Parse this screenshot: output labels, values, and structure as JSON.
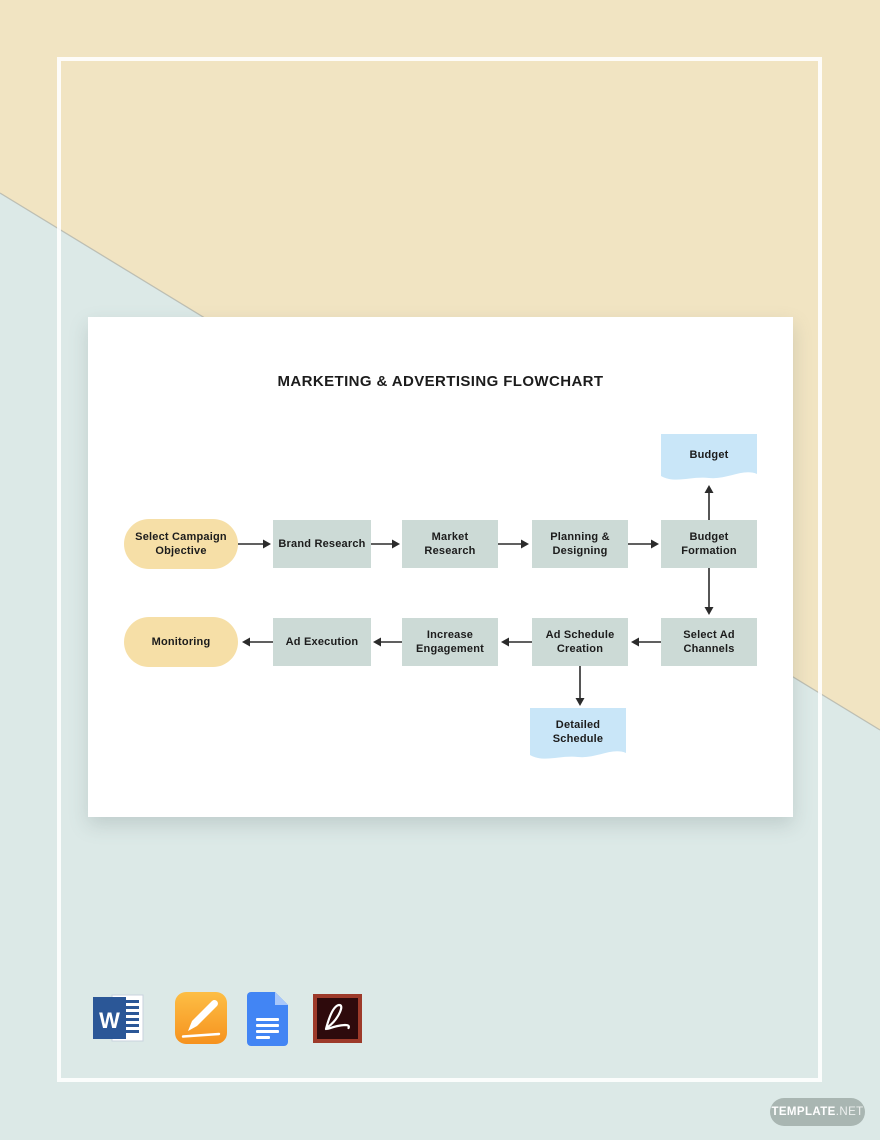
{
  "card": {
    "title": "MARKETING & ADVERTISING FLOWCHART"
  },
  "flowchart": {
    "row1": [
      {
        "type": "terminator",
        "label": "Select Campaign Objective",
        "lines": [
          "Select Campaign",
          "Objective"
        ]
      },
      {
        "type": "process",
        "label": "Brand Research",
        "lines": [
          "Brand Research"
        ]
      },
      {
        "type": "process",
        "label": "Market Research",
        "lines": [
          "Market",
          "Research"
        ]
      },
      {
        "type": "process",
        "label": "Planning & Designing",
        "lines": [
          "Planning &",
          "Designing"
        ]
      },
      {
        "type": "process",
        "label": "Budget Formation",
        "lines": [
          "Budget",
          "Formation"
        ]
      }
    ],
    "row2": [
      {
        "type": "terminator",
        "label": "Monitoring",
        "lines": [
          "Monitoring"
        ]
      },
      {
        "type": "process",
        "label": "Ad Execution",
        "lines": [
          "Ad Execution"
        ]
      },
      {
        "type": "process",
        "label": "Increase Engagement",
        "lines": [
          "Increase",
          "Engagement"
        ]
      },
      {
        "type": "process",
        "label": "Ad Schedule Creation",
        "lines": [
          "Ad Schedule",
          "Creation"
        ]
      },
      {
        "type": "process",
        "label": "Select Ad Channels",
        "lines": [
          "Select Ad",
          "Channels"
        ]
      }
    ],
    "docs": [
      {
        "type": "document",
        "label": "Budget",
        "lines": [
          "Budget"
        ]
      },
      {
        "type": "document",
        "label": "Detailed Schedule",
        "lines": [
          "Detailed",
          "Schedule"
        ]
      }
    ],
    "flow_row1_direction": "left-to-right",
    "flow_row2_direction": "right-to-left"
  },
  "footer": {
    "format_icons": [
      "microsoft-word",
      "apple-pages",
      "google-docs",
      "adobe-acrobat-pdf"
    ],
    "watermark": {
      "brand_bold": "TEMPLATE",
      "brand_rest": ".NET"
    }
  },
  "colors": {
    "bg_beige": "#f1e4c2",
    "bg_blue": "#dce9e7",
    "diagonal_line": "#a8aaa2",
    "card": "#ffffff",
    "process_fill": "#ccdad6",
    "terminator_fill": "#f6dfa7",
    "document_fill": "#c9e6f8",
    "node_text": "#1c1c1c",
    "arrow": "#2b2b2b",
    "watermark_bg": "#a9b6b2",
    "watermark_text": "#ffffff",
    "word_blue": "#2b5797",
    "pages_orange": "#f6921e",
    "docs_blue": "#4285f4",
    "acrobat_maroon": "#2e0a0c",
    "acrobat_border": "#9d3a2a"
  }
}
